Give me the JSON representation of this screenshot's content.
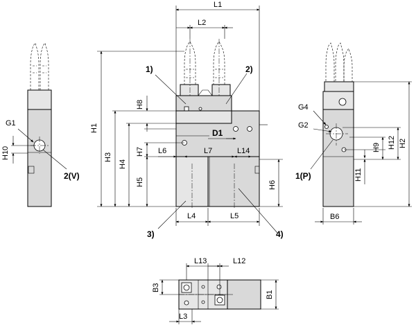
{
  "labels": {
    "L1": "L1",
    "L2": "L2",
    "L3": "L3",
    "L4": "L4",
    "L5": "L5",
    "L6": "L6",
    "L7": "L7",
    "L12": "L12",
    "L13": "L13",
    "L14": "L14",
    "H1": "H1",
    "H2": "H2",
    "H3": "H3",
    "H4": "H4",
    "H5": "H5",
    "H6": "H6",
    "H7": "H7",
    "H8": "H8",
    "H9": "H9",
    "H10": "H10",
    "H11": "H11",
    "H12": "H12",
    "B1": "B1",
    "B3": "B3",
    "B6": "B6",
    "D1": "D1",
    "G1": "G1",
    "G2": "G2",
    "G4": "G4",
    "c1": "1)",
    "c2": "2)",
    "c3": "3)",
    "c4": "4)",
    "port_v": "2(V)",
    "port_p": "1(P)"
  }
}
